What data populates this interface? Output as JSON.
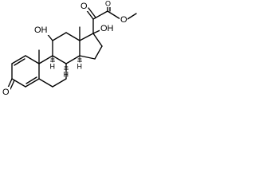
{
  "structure": {
    "atoms": {
      "carbonyl_o_ring": "O",
      "hydroxy_11": "OH",
      "hydroxy_17": "OH",
      "ketone_o_20": "O",
      "ester_o_carbonyl": "O",
      "ester_o_methyl": "O",
      "h_8": "H",
      "h_9": "H",
      "h_14": "H"
    }
  }
}
